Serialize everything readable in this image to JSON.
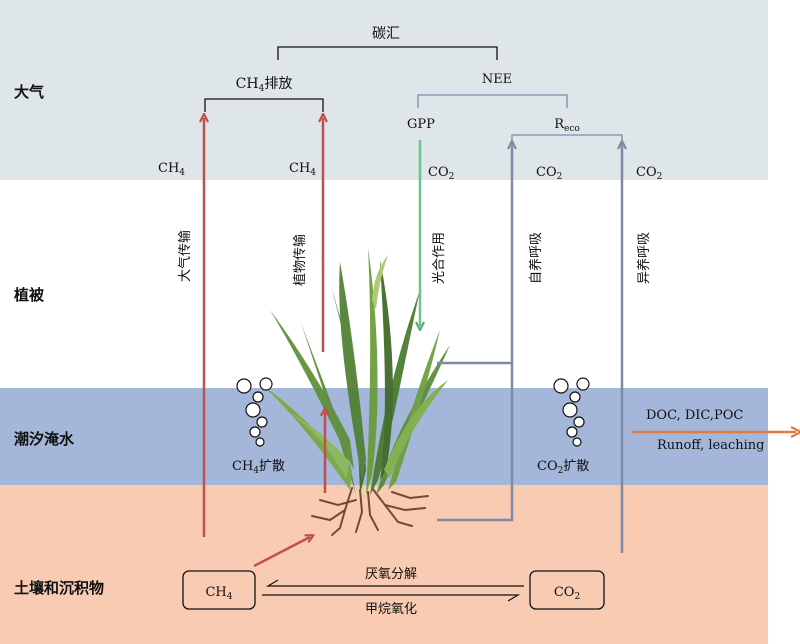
{
  "layers": {
    "atmosphere": "大气",
    "vegetation": "植被",
    "tidal_water": "潮汐淹水",
    "soil": "土壤和沉积物"
  },
  "brackets": {
    "carbon_sink": "碳汇",
    "ch4_emission_main": "CH",
    "ch4_emission_sub": "4",
    "ch4_emission_tail": "排放",
    "nee": "NEE",
    "gpp": "GPP",
    "reco_main": "R",
    "reco_sub": "eco"
  },
  "flux_labels": {
    "ch4_a_main": "CH",
    "ch4_a_sub": "4",
    "ch4_b_main": "CH",
    "ch4_b_sub": "4",
    "co2_a_main": "CO",
    "co2_a_sub": "2",
    "co2_b_main": "CO",
    "co2_b_sub": "2",
    "co2_c_main": "CO",
    "co2_c_sub": "2"
  },
  "processes": {
    "atmospheric_transport": "大气传输",
    "plant_transport": "植物传输",
    "photosynthesis": "光合作用",
    "autotrophic_respiration": "自养呼吸",
    "heterotrophic_respiration": "异养呼吸",
    "ch4_diffusion_main": "CH",
    "ch4_diffusion_sub": "4",
    "ch4_diffusion_tail": "扩散",
    "co2_diffusion_main": "CO",
    "co2_diffusion_sub": "2",
    "co2_diffusion_tail": "扩散",
    "lateral_main": "DOC, DIC,POC",
    "lateral_sub": "Runoff, leaching",
    "anaerobic_decomposition": "厌氧分解",
    "methane_oxidation": "甲烷氧化"
  },
  "boxes": {
    "ch4_main": "CH",
    "ch4_sub": "4",
    "co2_main": "CO",
    "co2_sub": "2"
  },
  "colors": {
    "atmosphere_bg": "#dfe6e9",
    "vegetation_bg": "#ffffff",
    "water_bg": "#a4b6d9",
    "soil_bg": "#f8cbb2",
    "ch4_arrow": "#c0504d",
    "co2_arrow": "#7f8aa8",
    "gpp_arrow": "#6fc28a",
    "runoff_arrow": "#e07a3f"
  }
}
